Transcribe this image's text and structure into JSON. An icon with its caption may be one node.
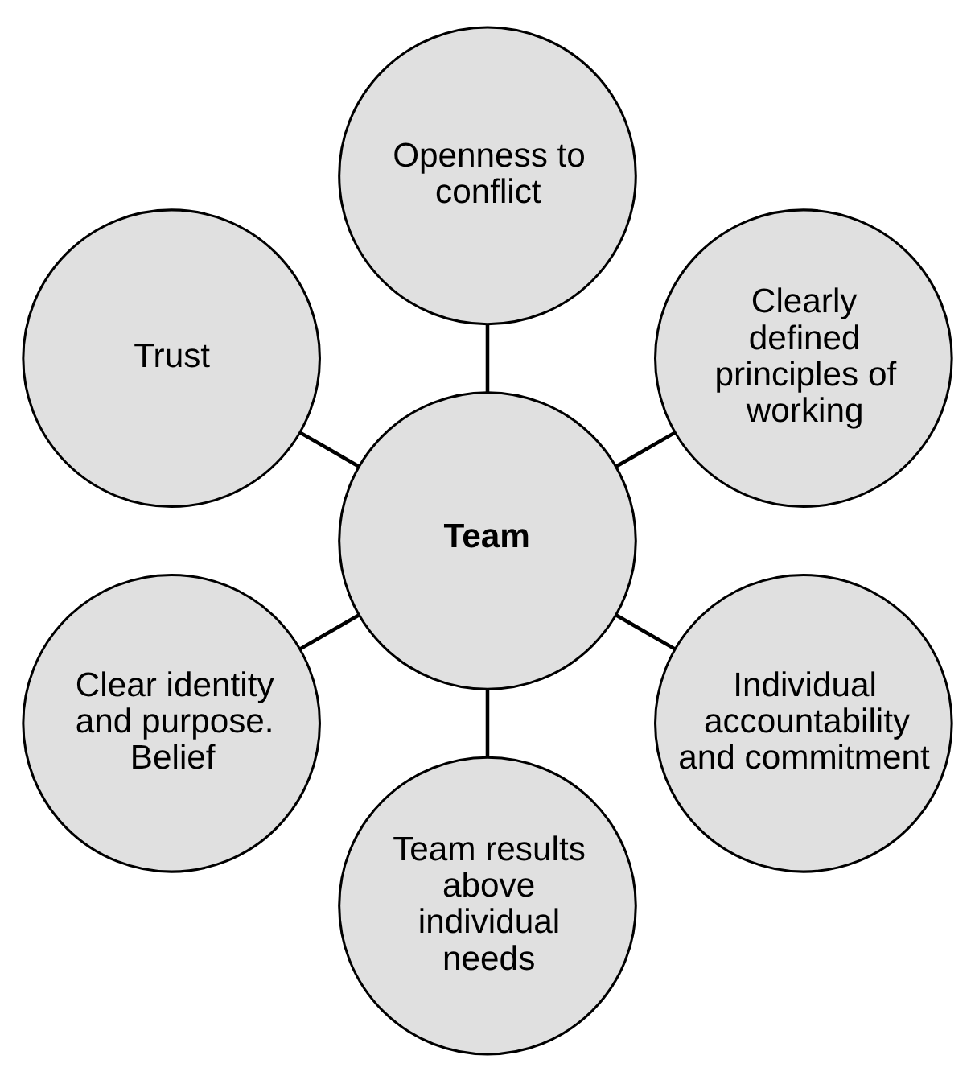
{
  "diagram": {
    "nodes": [
      {
        "text": [
          "Clearly defined principles of working"
        ]
      },
      {
        "text": [
          "Openness to conflict"
        ]
      },
      {
        "text": [
          "Trust"
        ]
      },
      {
        "text": [
          "Team"
        ]
      },
      {
        "text": [
          "Clear identity and purpose. Belief"
        ]
      },
      {
        "text": [
          "Team results above individual needs"
        ]
      },
      {
        "text": [
          "Individual accountability and commitment"
        ]
      }
    ],
    "edges": [
      {
        "from": 3,
        "to": 0,
        "arrow": "none"
      },
      {
        "from": 3,
        "to": 2,
        "arrow": "none"
      },
      {
        "from": 3,
        "to": 5,
        "arrow": "none"
      },
      {
        "from": 3,
        "to": 6,
        "arrow": "none"
      },
      {
        "from": 3,
        "to": 4,
        "arrow": "none"
      },
      {
        "from": 3,
        "to": 1,
        "arrow": "none"
      }
    ]
  }
}
